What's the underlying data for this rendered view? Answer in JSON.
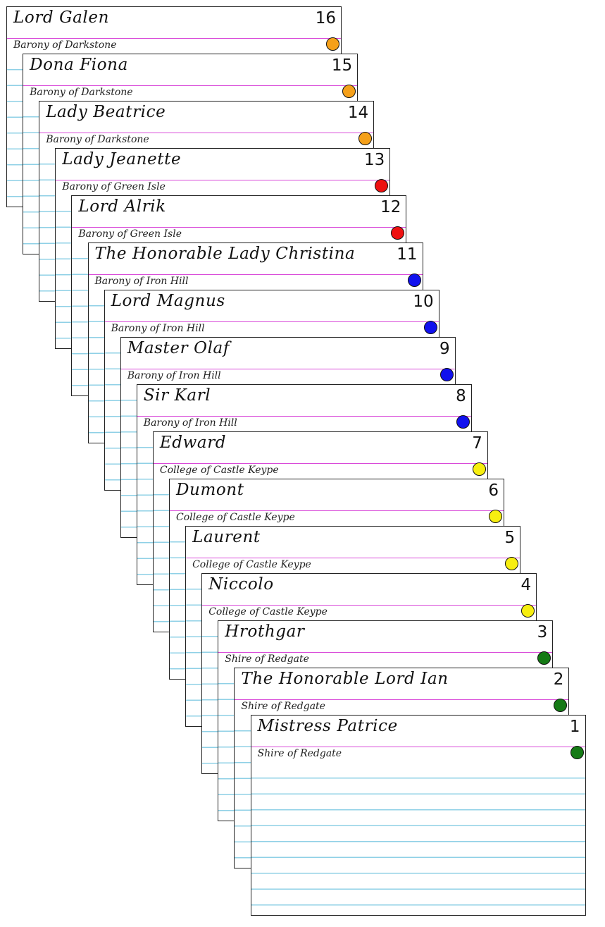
{
  "cards": [
    {
      "name": "Lord Galen",
      "number": "16",
      "group": "Barony of Darkstone",
      "dot_color": "#f5a01a"
    },
    {
      "name": "Dona Fiona",
      "number": "15",
      "group": "Barony of Darkstone",
      "dot_color": "#f5a01a"
    },
    {
      "name": "Lady Beatrice",
      "number": "14",
      "group": "Barony of Darkstone",
      "dot_color": "#f5a01a"
    },
    {
      "name": "Lady Jeanette",
      "number": "13",
      "group": "Barony of Green Isle",
      "dot_color": "#ee1111"
    },
    {
      "name": "Lord Alrik",
      "number": "12",
      "group": "Barony of Green Isle",
      "dot_color": "#ee1111"
    },
    {
      "name": "The Honorable Lady Christina",
      "number": "11",
      "group": "Barony of Iron Hill",
      "dot_color": "#1111ee"
    },
    {
      "name": "Lord Magnus",
      "number": "10",
      "group": "Barony of Iron Hill",
      "dot_color": "#1111ee"
    },
    {
      "name": "Master Olaf",
      "number": "9",
      "group": "Barony of Iron Hill",
      "dot_color": "#1111ee"
    },
    {
      "name": "Sir Karl",
      "number": "8",
      "group": "Barony of Iron Hill",
      "dot_color": "#1111ee"
    },
    {
      "name": "Edward",
      "number": "7",
      "group": "College of Castle Keype",
      "dot_color": "#f7ee10"
    },
    {
      "name": "Dumont",
      "number": "6",
      "group": "College of Castle Keype",
      "dot_color": "#f7ee10"
    },
    {
      "name": "Laurent",
      "number": "5",
      "group": "College of Castle Keype",
      "dot_color": "#f7ee10"
    },
    {
      "name": "Niccolo",
      "number": "4",
      "group": "College of Castle Keype",
      "dot_color": "#f7ee10"
    },
    {
      "name": "Hrothgar",
      "number": "3",
      "group": "Shire of Redgate",
      "dot_color": "#157a15"
    },
    {
      "name": "The Honorable Lord Ian",
      "number": "2",
      "group": "Shire of Redgate",
      "dot_color": "#157a15"
    },
    {
      "name": "Mistress Patrice",
      "number": "1",
      "group": "Shire of Redgate",
      "dot_color": "#157a15"
    }
  ]
}
